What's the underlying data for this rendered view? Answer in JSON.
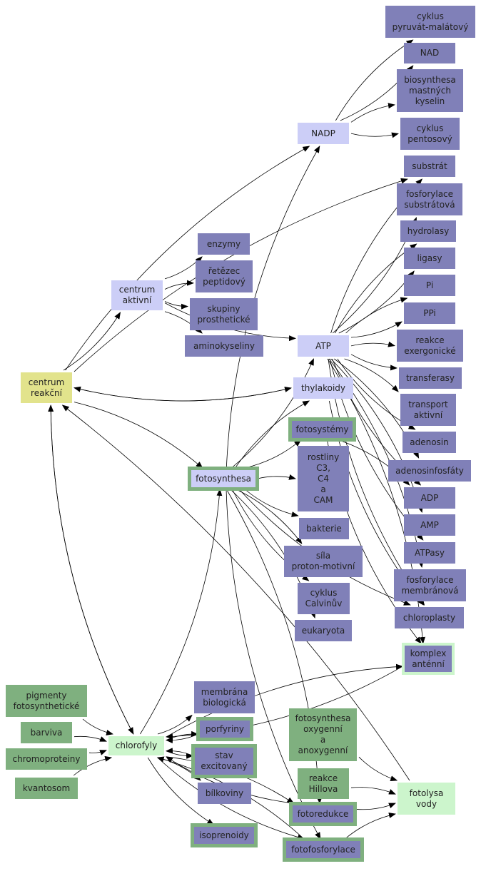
{
  "nodes": {
    "cyklus_pm": {
      "label": "cyklus\npyruvát-malátový",
      "type": "violet"
    },
    "nad": {
      "label": "NAD",
      "type": "violet"
    },
    "biosynthesa": {
      "label": "biosynthesa\nmastných\nkyselin",
      "type": "violet"
    },
    "cyklus_pent": {
      "label": "cyklus\npentosový",
      "type": "violet"
    },
    "nadp": {
      "label": "NADP",
      "type": "lavender"
    },
    "substrat": {
      "label": "substrát",
      "type": "violet"
    },
    "fosf_sub": {
      "label": "fosforylace\nsubstrátová",
      "type": "violet"
    },
    "enzymy": {
      "label": "enzymy",
      "type": "violet"
    },
    "hydrolasy": {
      "label": "hydrolasy",
      "type": "violet"
    },
    "retezec": {
      "label": "řetězec\npeptidový",
      "type": "violet"
    },
    "ligasy": {
      "label": "ligasy",
      "type": "violet"
    },
    "centrum_akt": {
      "label": "centrum\naktivní",
      "type": "lavender"
    },
    "pi": {
      "label": "Pi",
      "type": "violet"
    },
    "skupiny": {
      "label": "skupiny\nprosthetické",
      "type": "violet"
    },
    "ppi": {
      "label": "PPi",
      "type": "violet"
    },
    "aminokyseliny": {
      "label": "aminokyseliny",
      "type": "violet"
    },
    "atp": {
      "label": "ATP",
      "type": "lavender"
    },
    "reakce_ex": {
      "label": "reakce\nexergonické",
      "type": "violet"
    },
    "transferasy": {
      "label": "transferasy",
      "type": "violet"
    },
    "centrum_reak": {
      "label": "centrum\nreakční",
      "type": "yellow"
    },
    "thylakoidy": {
      "label": "thylakoidy",
      "type": "lavender"
    },
    "transport": {
      "label": "transport\naktivní",
      "type": "violet"
    },
    "fotosystemy": {
      "label": "fotosystémy",
      "type": "violet-ring"
    },
    "adenosin": {
      "label": "adenosin",
      "type": "violet"
    },
    "rostliny": {
      "label": "rostliny\nC3,\nC4\na\nCAM",
      "type": "violet"
    },
    "adenosinf": {
      "label": "adenosinfosfáty",
      "type": "violet"
    },
    "fotosynthesa": {
      "label": "fotosynthesa",
      "type": "lavender-ring"
    },
    "adp": {
      "label": "ADP",
      "type": "violet"
    },
    "bakterie": {
      "label": "bakterie",
      "type": "violet"
    },
    "amp": {
      "label": "AMP",
      "type": "violet"
    },
    "atpasy": {
      "label": "ATPasy",
      "type": "violet"
    },
    "sila": {
      "label": "síla\nproton-motivní",
      "type": "violet"
    },
    "fosf_mem": {
      "label": "fosforylace\nmembránová",
      "type": "violet"
    },
    "cyklus_cal": {
      "label": "cyklus\nCalvinův",
      "type": "violet"
    },
    "chloroplasty": {
      "label": "chloroplasty",
      "type": "violet"
    },
    "eukaryota": {
      "label": "eukaryota",
      "type": "violet"
    },
    "komplex": {
      "label": "komplex\nanténní",
      "type": "violet-mint"
    },
    "pigmenty": {
      "label": "pigmenty\nfotosynthetické",
      "type": "green"
    },
    "membrana": {
      "label": "membrána\nbiologická",
      "type": "violet"
    },
    "fs_oxy": {
      "label": "fotosynthesa\noxygenní\na\nanoxygenní",
      "type": "green"
    },
    "barviva": {
      "label": "barviva",
      "type": "green"
    },
    "porfyriny": {
      "label": "porfyriny",
      "type": "violet-ring"
    },
    "chlorofyly": {
      "label": "chlorofyly",
      "type": "mint"
    },
    "stav": {
      "label": "stav\nexcitovaný",
      "type": "violet-ring"
    },
    "chromoproteiny": {
      "label": "chromoproteiny",
      "type": "green"
    },
    "reakce_hill": {
      "label": "reakce\nHillova",
      "type": "green"
    },
    "fotolysa": {
      "label": "fotolysa\nvody",
      "type": "mint"
    },
    "kvantosom": {
      "label": "kvantosom",
      "type": "green"
    },
    "bilkoviny": {
      "label": "bílkoviny",
      "type": "violet"
    },
    "fotoredukce": {
      "label": "fotoredukce",
      "type": "violet-ring"
    },
    "isoprenoidy": {
      "label": "isoprenoidy",
      "type": "violet-ring"
    },
    "fotofosforylace": {
      "label": "fotofosforylace",
      "type": "violet-ring"
    }
  },
  "edges": [
    [
      "nadp",
      "cyklus_pm"
    ],
    [
      "nadp",
      "nad"
    ],
    [
      "nadp",
      "biosynthesa"
    ],
    [
      "nadp",
      "cyklus_pent"
    ],
    [
      "atp",
      "substrat"
    ],
    [
      "atp",
      "fosf_sub"
    ],
    [
      "atp",
      "hydrolasy"
    ],
    [
      "atp",
      "ligasy"
    ],
    [
      "atp",
      "pi"
    ],
    [
      "atp",
      "ppi"
    ],
    [
      "atp",
      "reakce_ex"
    ],
    [
      "atp",
      "transferasy"
    ],
    [
      "atp",
      "transport"
    ],
    [
      "atp",
      "adenosin"
    ],
    [
      "atp",
      "adenosinf"
    ],
    [
      "atp",
      "adp"
    ],
    [
      "atp",
      "amp"
    ],
    [
      "atp",
      "atpasy"
    ],
    [
      "atp",
      "fosf_mem"
    ],
    [
      "atp",
      "chloroplasty"
    ],
    [
      "atp",
      "komplex"
    ],
    [
      "centrum_akt",
      "enzymy"
    ],
    [
      "centrum_akt",
      "retezec"
    ],
    [
      "centrum_akt",
      "skupiny"
    ],
    [
      "centrum_akt",
      "aminokyseliny"
    ],
    [
      "centrum_akt",
      "atp"
    ],
    [
      "centrum_reak",
      "nadp"
    ],
    [
      "centrum_reak",
      "centrum_akt"
    ],
    [
      "centrum_reak",
      "substrat"
    ],
    [
      "centrum_reak",
      "thylakoidy"
    ],
    [
      "centrum_reak",
      "fotosynthesa"
    ],
    [
      "centrum_reak",
      "chlorofyly"
    ],
    [
      "thylakoidy",
      "centrum_reak"
    ],
    [
      "thylakoidy",
      "chloroplasty"
    ],
    [
      "fotosynthesa",
      "nadp"
    ],
    [
      "fotosynthesa",
      "atp"
    ],
    [
      "fotosynthesa",
      "thylakoidy"
    ],
    [
      "fotosynthesa",
      "fotosystemy"
    ],
    [
      "fotosynthesa",
      "rostliny"
    ],
    [
      "fotosynthesa",
      "bakterie"
    ],
    [
      "fotosynthesa",
      "sila"
    ],
    [
      "fotosynthesa",
      "cyklus_cal"
    ],
    [
      "fotosynthesa",
      "eukaryota"
    ],
    [
      "fotosynthesa",
      "chloroplasty"
    ],
    [
      "fotosynthesa",
      "fotoredukce"
    ],
    [
      "fotosynthesa",
      "fotofosforylace"
    ],
    [
      "fotosystemy",
      "adp"
    ],
    [
      "fotosystemy",
      "komplex"
    ],
    [
      "chlorofyly",
      "centrum_reak"
    ],
    [
      "chlorofyly",
      "fotosynthesa"
    ],
    [
      "chlorofyly",
      "komplex"
    ],
    [
      "chlorofyly",
      "membrana"
    ],
    [
      "chlorofyly",
      "porfyriny"
    ],
    [
      "chlorofyly",
      "stav"
    ],
    [
      "chlorofyly",
      "bilkoviny"
    ],
    [
      "chlorofyly",
      "isoprenoidy"
    ],
    [
      "chlorofyly",
      "fotoredukce"
    ],
    [
      "chlorofyly",
      "fotofosforylace"
    ],
    [
      "porfyriny",
      "chlorofyly"
    ],
    [
      "stav",
      "chlorofyly"
    ],
    [
      "fotoredukce",
      "chlorofyly"
    ],
    [
      "fotofosforylace",
      "chlorofyly"
    ],
    [
      "komplex",
      "chlorofyly"
    ],
    [
      "pigmenty",
      "chlorofyly"
    ],
    [
      "barviva",
      "chlorofyly"
    ],
    [
      "chromoproteiny",
      "chlorofyly"
    ],
    [
      "kvantosom",
      "chlorofyly"
    ],
    [
      "fs_oxy",
      "fotolysa"
    ],
    [
      "reakce_hill",
      "fotolysa"
    ],
    [
      "fotoredukce",
      "fotolysa"
    ],
    [
      "fotofosforylace",
      "fotolysa"
    ],
    [
      "fotolysa",
      "centrum_reak"
    ]
  ]
}
